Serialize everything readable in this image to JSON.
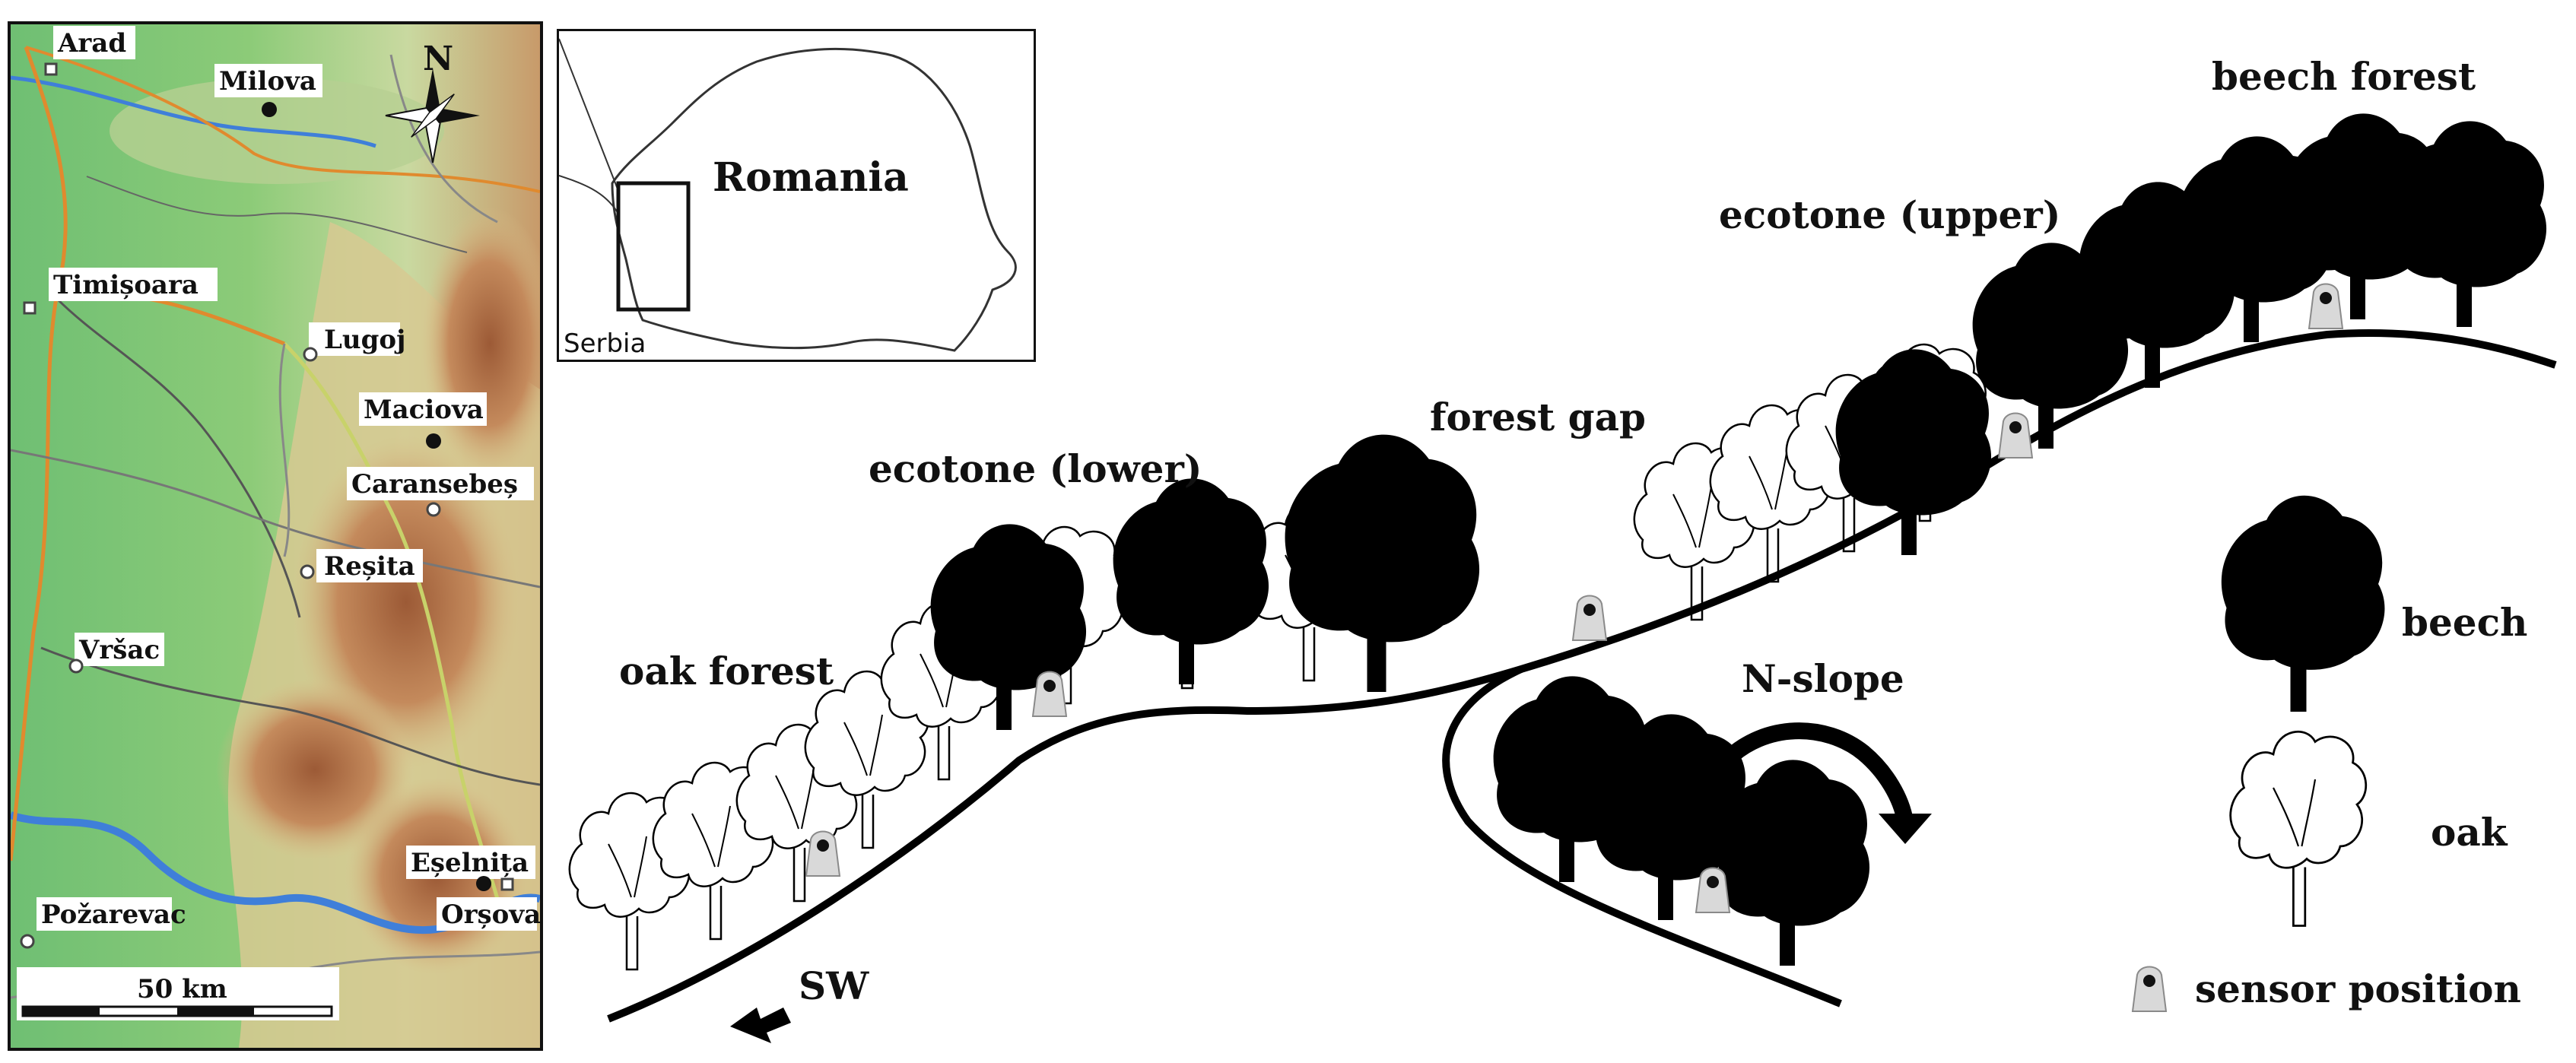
{
  "map": {
    "north_label": "N",
    "scale_label": "50 km",
    "cities": [
      {
        "name": "Arad"
      },
      {
        "name": "Milova"
      },
      {
        "name": "Timișoara"
      },
      {
        "name": "Lugoj"
      },
      {
        "name": "Maciova"
      },
      {
        "name": "Caransebeș"
      },
      {
        "name": "Reșita"
      },
      {
        "name": "Vršac"
      },
      {
        "name": "Eșelnița"
      },
      {
        "name": "Orșova"
      },
      {
        "name": "Požarevac"
      }
    ]
  },
  "inset": {
    "country_label": "Romania",
    "neighbor_label": "Serbia"
  },
  "diagram": {
    "labels": {
      "beech_forest": "beech forest",
      "ecotone_upper": "ecotone (upper)",
      "forest_gap": "forest gap",
      "ecotone_lower": "ecotone (lower)",
      "oak_forest": "oak forest",
      "n_slope": "N-slope",
      "sw": "SW"
    }
  },
  "legend": {
    "beech": "beech",
    "oak": "oak",
    "sensor_position": "sensor position"
  },
  "colors": {
    "lowland": "#6fbf73",
    "hills": "#c9d9a0",
    "mountains": "#b8704a",
    "river": "#3f7fd9",
    "major_road": "#e08a2e",
    "tree_fill": "#000000",
    "sensor": "#d9d9d9"
  }
}
